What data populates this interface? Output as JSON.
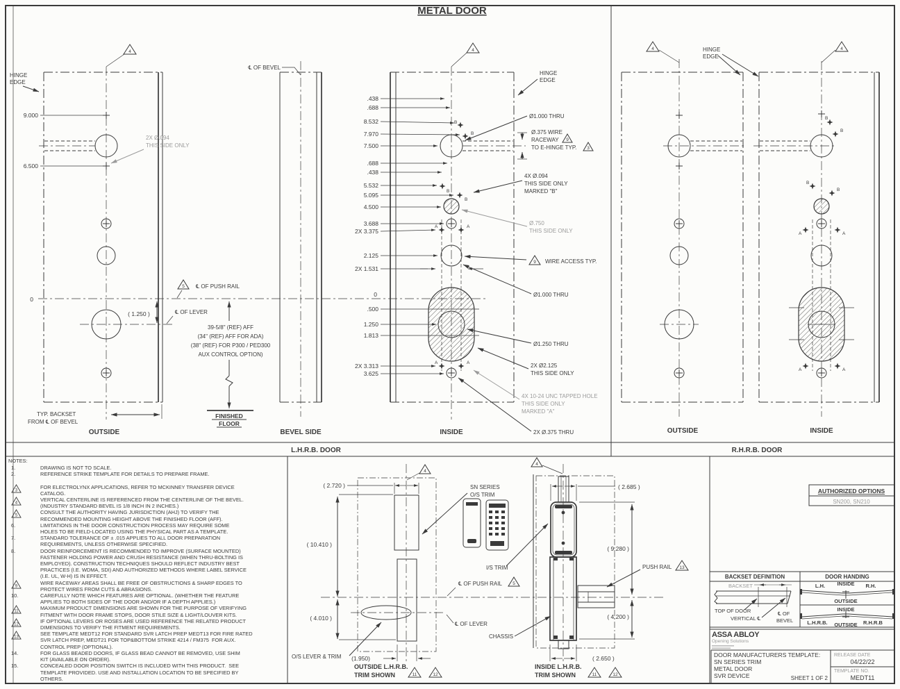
{
  "title": "METAL DOOR",
  "colors": {
    "line": "#3a3a3a",
    "gray": "#9b9b9b",
    "bg": "#fcfcfa"
  },
  "bars": {
    "lhrb": "L.H.R.B. DOOR",
    "rhrb": "R.H.R.B. DOOR"
  },
  "flags": {
    "n3": "3",
    "n4": "4",
    "n5": "5",
    "n9": "9",
    "n11": "11",
    "n12": "12",
    "n13": "13"
  },
  "datum": {
    "a": "A",
    "b": "B"
  },
  "views": {
    "outside_l": "OUTSIDE",
    "bevel": "BEVEL SIDE",
    "inside_l": "INSIDE",
    "outside_r": "OUTSIDE",
    "inside_r": "INSIDE"
  },
  "ov": {
    "he1": "HINGE",
    "he2": "EDGE",
    "d9000": "9.000",
    "d6500": "6.500",
    "d0": "0",
    "gray1": "2X Ø.094",
    "gray2": "THIS SIDE ONLY",
    "d1250": "( 1.250 )",
    "clpr": "℄ OF PUSH RAIL",
    "cllev": "℄ OF LEVER",
    "aff1": "39-5/8\" (REF) AFF",
    "aff2": "(34\" (REF) AFF FOR ADA)",
    "aff3": "(38\" (REF) FOR P300 / PED300",
    "aff4": "AUX CONTROL OPTION)",
    "ff1": "FINISHED",
    "ff2": "FLOOR",
    "tb1": "TYP. BACKSET",
    "tb2": "FROM ℄ OF BEVEL"
  },
  "bv": {
    "clbevel": "℄ OF BEVEL"
  },
  "iv": {
    "he1": "HINGE",
    "he2": "EDGE",
    "stack": [
      ".438",
      ".688",
      "8.532",
      "7.970",
      "7.500",
      ".688",
      ".438",
      "5.532",
      "5.095",
      "4.500",
      "3.688",
      "2X 3.375",
      "2.125",
      "2X 1.531",
      "0",
      ".500",
      "1.250",
      "1.813",
      "2X 3.313",
      "3.625"
    ],
    "co_d1000_top": "Ø1.000 THRU",
    "co_wire_1": "Ø.375 WIRE",
    "co_wire_2": "RACEWAY",
    "co_wire_3": "TO E-HINGE TYP.",
    "co_094_1": "4X Ø.094",
    "co_094_2": "THIS SIDE ONLY",
    "co_094_3": "MARKED \"B\"",
    "co_750_1": "Ø.750",
    "co_750_2": "THIS SIDE ONLY",
    "co_access": "WIRE ACCESS TYP.",
    "co_d1000_mid": "Ø1.000 THRU",
    "co_d1250": "Ø1.250 THRU",
    "co_2125_1": "2X Ø2.125",
    "co_2125_2": "THIS SIDE ONLY",
    "co_tap_1": "4X 10-24 UNC TAPPED HOLE",
    "co_tap_2": "THIS SIDE ONLY",
    "co_tap_3": "MARKED \"A\"",
    "co_375": "2X Ø.375 THRU"
  },
  "rv": {
    "he1": "HINGE",
    "he2": "EDGE"
  },
  "tout": {
    "d_w": "( 2.720 )",
    "d_h1": "( 10.410 )",
    "d_h2": "( 4.010 )",
    "d_w2": "(1.950)",
    "sn1": "SN SERIES",
    "sn2": "O/S TRIM",
    "istrim": "I/S TRIM",
    "clpr": "℄ OF PUSH RAIL",
    "cllev": "℄ OF LEVER",
    "oslever": "O/S LEVER & TRIM",
    "chassis": "CHASSIS",
    "cap1": "OUTSIDE L.H.R.B.",
    "cap2": "TRIM SHOWN"
  },
  "tin": {
    "d_w": "( 2.685 )",
    "d_h1": "( 9.280 )",
    "d_h2": "( 4.200 )",
    "d_w2": "( 2.650 )",
    "pushrail": "PUSH RAIL",
    "cap1": "INSIDE L.H.R.B.",
    "cap2": "TRIM SHOWN"
  },
  "auth": {
    "header": "AUTHORIZED OPTIONS",
    "value": "SN200, SN210"
  },
  "backset": {
    "header": "BACKSET DEFINITION",
    "label": "BACKSET",
    "top": "TOP OF DOOR",
    "vert": "VERTICAL ℄",
    "clof1": "℄ OF",
    "clof2": "BEVEL"
  },
  "handing": {
    "header": "DOOR HANDING",
    "lh": "L.H.",
    "inside1": "INSIDE",
    "rh": "R.H.",
    "outside1": "OUTSIDE",
    "inside2": "INSIDE",
    "lhrb": "L.H.R.B.",
    "outside2": "OUTSIDE",
    "rhrb": "R.H.R.B"
  },
  "tb": {
    "brand": "ASSA ABLOY",
    "sub": "Opening Solutions",
    "l1": "DOOR MANUFACTURERS TEMPLATE:",
    "l2": "SN SERIES TRIM",
    "l3": "METAL DOOR",
    "l4": "SVR DEVICE",
    "sheet": "SHEET 1 OF 2",
    "rl": "RELEASE  DATE",
    "rv": "04/22/22",
    "tl": "TEMPLATE  NO.",
    "tv": "MEDT11"
  },
  "notes": {
    "header": "NOTES:",
    "items": [
      {
        "num": "1.",
        "flag": "",
        "text": "DRAWING IS NOT TO SCALE."
      },
      {
        "num": "2.",
        "flag": "",
        "text": "REFERENCE STRIKE TEMPLATE FOR DETAILS TO PREPARE FRAME."
      },
      {
        "num": "",
        "flag": "3",
        "text": "FOR ELECTROLYNX APPLICATIONS, REFER TO MCKINNEY TRANSFER DEVICE\nCATALOG."
      },
      {
        "num": "",
        "flag": "4",
        "text": "VERTICAL CENTERLINE IS REFERENCED FROM THE CENTERLINE OF THE BEVEL.\n(INDUSTRY STANDARD BEVEL IS 1/8 INCH IN 2 INCHES.)"
      },
      {
        "num": "",
        "flag": "5",
        "text": "CONSULT THE AUTHORITY HAVING JURISDICTION (AHJ) TO VERIFY THE\nRECOMMENDED MOUNTING HEIGHT ABOVE THE FINISHED FLOOR (AFF)."
      },
      {
        "num": "6.",
        "flag": "",
        "text": "LIMITATIONS IN THE DOOR CONSTRUCTION PROCESS MAY REQUIRE SOME\nHOLES TO BE FIELD-LOCATED USING THE PHYSICAL PART AS A TEMPLATE."
      },
      {
        "num": "7.",
        "flag": "",
        "text": "STANDARD TOLERANCE OF ± .015 APPLIES TO ALL DOOR PREPARATION\nREQUIREMENTS, UNLESS OTHERWISE SPECIFIED."
      },
      {
        "num": "8.",
        "flag": "",
        "text": "DOOR REINFORCEMENT IS RECOMMENDED TO IMPROVE (SURFACE MOUNTED)\nFASTENER HOLDING POWER AND CRUSH RESISTANCE (WHEN THRU-BOLTING IS\nEMPLOYED). CONSTRUCTION TECHNIQUES SHOULD REFLECT INDUSTRY BEST\nPRACTICES (I.E. WDMA, SDI) AND AUTHORIZED METHODS WHERE LABEL SERVICE\n(I.E. UL, W-H) IS IN EFFECT."
      },
      {
        "num": "",
        "flag": "9",
        "text": "WIRE RACEWAY AREAS SHALL BE FREE OF OBSTRUCTIONS & SHARP EDGES TO\nPROTECT WIRES FROM CUTS & ABRASIONS."
      },
      {
        "num": "10.",
        "flag": "",
        "text": "CAREFULLY NOTE WHICH FEATURES ARE OPTIONAL. (WHETHER THE FEATURE\nAPPLIES TO BOTH SIDES OF THE DOOR AND/OR IF A DEPTH APPLIES.)"
      },
      {
        "num": "",
        "flag": "11",
        "text": "MAXIMUM PRODUCT DIMENSIONS ARE SHOWN FOR THE PURPOSE OF VERIFYING\nFITMENT WITH DOOR FRAME STOPS, DOOR STILE SIZE & LIGHT/LOUVER KITS."
      },
      {
        "num": "",
        "flag": "12",
        "text": "IF OPTIONAL LEVERS OR ROSES ARE USED REFERENCE THE RELATED PRODUCT\nDIMENSIONS TO VERIFY THE FITMENT REQUIREMENTS."
      },
      {
        "num": "",
        "flag": "13",
        "text": "SEE TEMPLATE MEDT12 FOR STANDARD SVR LATCH PREP MEDT13 FOR FIRE RATED\nSVR LATCH PREP, MEDT21 FOR TOP&BOTTOM STRIKE 4214 / FM375  FOR AUX.\nCONTROL PREP (OPTIONAL)."
      },
      {
        "num": "14.",
        "flag": "",
        "text": "FOR GLASS BEADED DOORS, IF GLASS BEAD CANNOT BE REMOVED, USE SHIM\nKIT (AVAILABLE ON ORDER)."
      },
      {
        "num": "15.",
        "flag": "",
        "text": "CONCEALED DOOR POSITION SWITCH IS INCLUDED WITH THIS PRODUCT.  SEE\nTEMPLATE PROVIDED. USE AND INSTALLATION LOCATION TO BE SPECIFIED BY\nOTHERS."
      }
    ]
  }
}
